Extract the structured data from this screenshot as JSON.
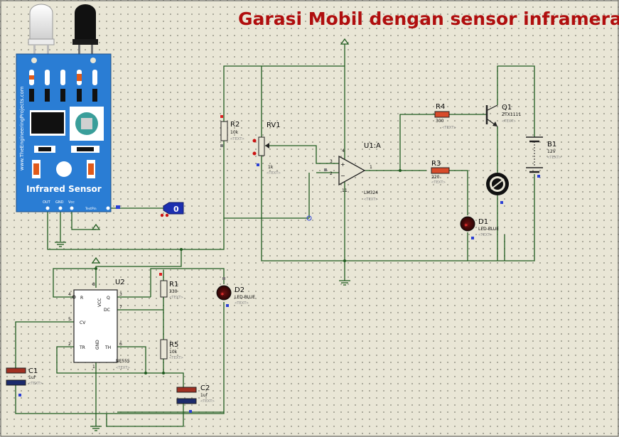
{
  "title": "Garasi Mobil dengan sensor inframerah",
  "sensor_board": {
    "url_text": "www.TheEngineeringProjects.com",
    "label": "Infrared Sensor",
    "pins": [
      "OUT",
      "GND",
      "Vcc"
    ],
    "test_pin": "TestPin"
  },
  "logic_probe": {
    "value": "0"
  },
  "components": {
    "R2": {
      "name": "R2",
      "value": "10k",
      "text": "<TEXT>"
    },
    "RV1": {
      "name": "RV1",
      "value": "1k",
      "text": "<TEXT>"
    },
    "U1A": {
      "name": "U1:A",
      "part": "LM324",
      "text": "<TEXT>",
      "pin_plus": "3",
      "pin_minus": "2",
      "pin_out": "1",
      "pin_vcc": "4",
      "pin_gnd": "11"
    },
    "R4": {
      "name": "R4",
      "value": "300",
      "text": "<TEXT>"
    },
    "R3": {
      "name": "R3",
      "value": "220",
      "text": "<TEXT>"
    },
    "Q1": {
      "name": "Q1",
      "part": "ZTX1111",
      "text": "<TEXT>"
    },
    "B1": {
      "name": "B1",
      "value": "12V",
      "text": "<TEXT>"
    },
    "D1": {
      "name": "D1",
      "part": "LED-BLUE",
      "text": "<TEXT>"
    },
    "D2": {
      "name": "D2",
      "part": "LED-BLUE",
      "text": "<TEXT>"
    },
    "U2": {
      "name": "U2",
      "part": "NE555",
      "text": "<TEXT>",
      "pins": {
        "R": "R",
        "Q": "Q",
        "VCC": "VCC",
        "DC": "DC",
        "CV": "CV",
        "TR": "TR",
        "GND": "GND",
        "TH": "TH"
      },
      "pin_numbers": {
        "R": "4",
        "Q": "3",
        "VCC": "8",
        "DC": "7",
        "CV": "5",
        "TR": "2",
        "GND": "1",
        "TH": "6"
      }
    },
    "R1": {
      "name": "R1",
      "value": "330",
      "text": "<TEXT>"
    },
    "R5": {
      "name": "R5",
      "value": "10k",
      "text": "<TEXT>"
    },
    "C1": {
      "name": "C1",
      "value": "1uf",
      "text": "<TEXT>"
    },
    "C2": {
      "name": "C2",
      "value": "1uf",
      "text": "<TEXT>"
    }
  },
  "colors": {
    "wire": "#1f5b1f",
    "title": "#b00e0e",
    "board": "#2a7dd4",
    "resistor": "#d84b2a",
    "background": "#e9e6d6"
  }
}
